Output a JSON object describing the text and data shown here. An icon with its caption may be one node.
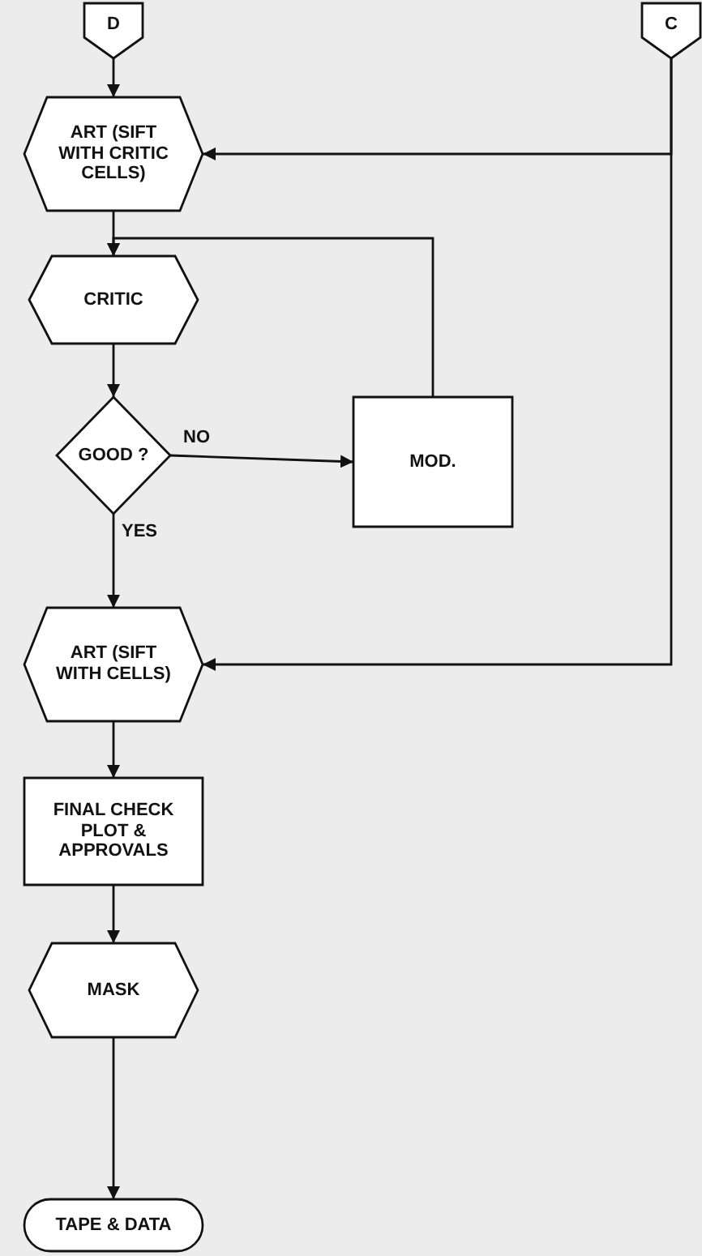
{
  "diagram": {
    "nodes": [
      {
        "text": [
          "D"
        ]
      },
      {
        "text": [
          "C"
        ]
      },
      {
        "text": [
          "ART (SIFT WITH CRITIC CELLS)"
        ]
      },
      {
        "text": [
          "CRITIC"
        ]
      },
      {
        "text": [
          "GOOD ?"
        ]
      },
      {
        "text": [
          "MOD."
        ]
      },
      {
        "text": [
          "ART (SIFT WITH CELLS)"
        ]
      },
      {
        "text": [
          "FINAL CHECK PLOT & APPROVALS"
        ]
      },
      {
        "text": [
          "MASK"
        ]
      },
      {
        "text": [
          "TAPE & DATA"
        ]
      }
    ],
    "edges": [
      {
        "from": 0,
        "to": 2,
        "arrow": "to"
      },
      {
        "from": 1,
        "to": 2,
        "arrow": "to"
      },
      {
        "from": 1,
        "to": 6,
        "arrow": "to"
      },
      {
        "from": 2,
        "to": 3,
        "arrow": "to"
      },
      {
        "from": 5,
        "to": 3,
        "arrow": "to"
      },
      {
        "from": 3,
        "to": 4,
        "arrow": "to"
      },
      {
        "from": 4,
        "to": 5,
        "label": "NO",
        "arrow": "to"
      },
      {
        "from": 4,
        "to": 6,
        "label": "YES",
        "arrow": "to"
      },
      {
        "from": 6,
        "to": 7,
        "arrow": "to"
      },
      {
        "from": 7,
        "to": 8,
        "arrow": "to"
      },
      {
        "from": 8,
        "to": 9,
        "arrow": "to"
      }
    ]
  }
}
